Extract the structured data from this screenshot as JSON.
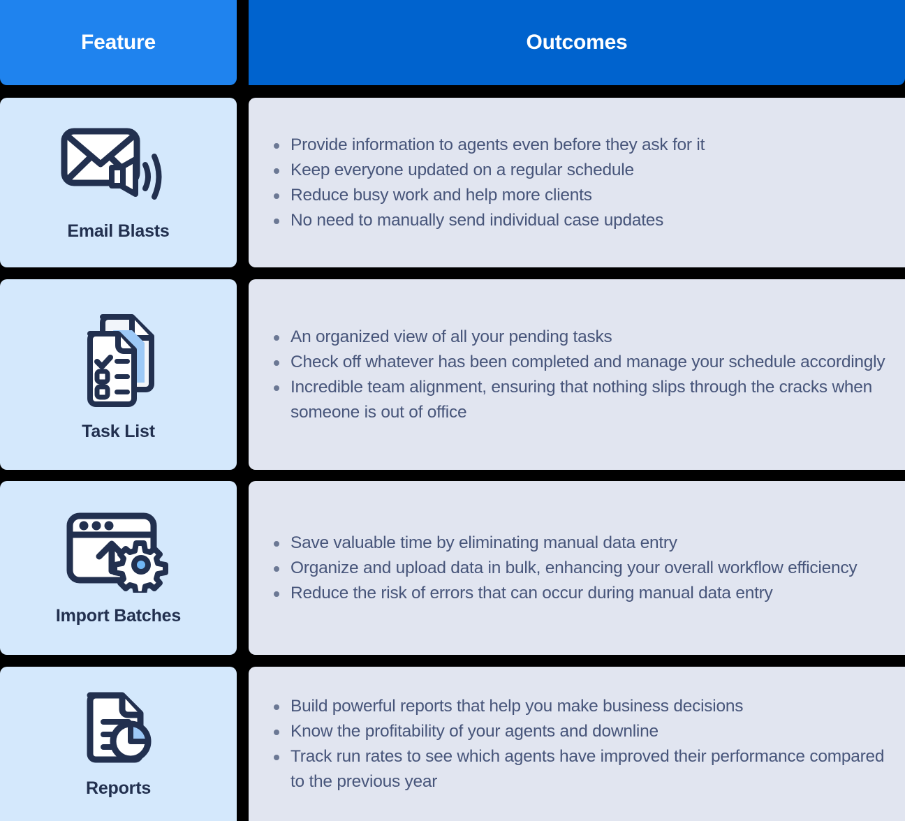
{
  "colors": {
    "header_feature_bg": "#1F83EE",
    "header_outcomes_bg": "#0063CE",
    "feature_cell_bg": "#D4E8FC",
    "outcome_cell_bg": "#E1E5F0",
    "body_text": "#47557A",
    "icon_dark": "#22304F",
    "icon_accent": "#9DC9F7",
    "page_bg": "#000000"
  },
  "header": {
    "feature_label": "Feature",
    "outcomes_label": "Outcomes"
  },
  "rows": [
    {
      "feature": "Email Blasts",
      "icon": "envelope-megaphone-icon",
      "outcomes": [
        "Provide information to agents even before they ask for it",
        "Keep everyone updated on a regular schedule",
        "Reduce busy work and help more clients",
        "No need to manually send individual case updates"
      ]
    },
    {
      "feature": "Task List",
      "icon": "checklist-documents-icon",
      "outcomes": [
        "An organized view of all your pending tasks",
        "Check off whatever has been completed and manage your schedule accordingly",
        "Incredible team alignment, ensuring that nothing slips through the cracks when someone is out of office"
      ]
    },
    {
      "feature": "Import Batches",
      "icon": "browser-upload-gear-icon",
      "outcomes": [
        "Save valuable time by eliminating manual data entry",
        "Organize and upload data in bulk, enhancing your overall workflow efficiency",
        "Reduce the risk of errors that can occur during manual data entry"
      ]
    },
    {
      "feature": "Reports",
      "icon": "document-pie-chart-icon",
      "outcomes": [
        "Build powerful reports that help you make business decisions",
        "Know the profitability of your agents and downline",
        "Track run rates to see which agents have improved their performance compared to the previous year"
      ]
    }
  ]
}
